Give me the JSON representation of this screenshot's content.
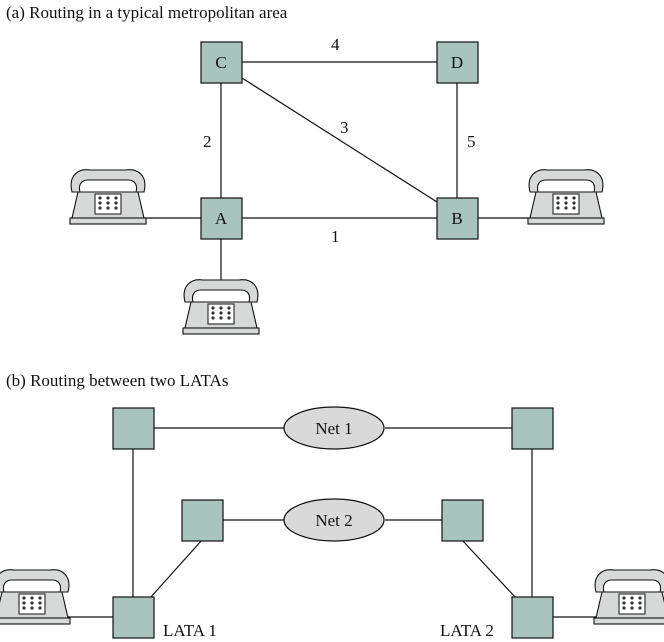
{
  "part_a": {
    "caption": "(a) Routing in a typical metropolitan area",
    "nodes": {
      "A": "A",
      "B": "B",
      "C": "C",
      "D": "D"
    },
    "edges": {
      "AB": "1",
      "AC": "2",
      "BC": "3",
      "CD": "4",
      "BD": "5"
    }
  },
  "part_b": {
    "caption": "(b) Routing between two LATAs",
    "net1": "Net 1",
    "net2": "Net 2",
    "lata1": "LATA 1",
    "lata2": "LATA 2"
  }
}
